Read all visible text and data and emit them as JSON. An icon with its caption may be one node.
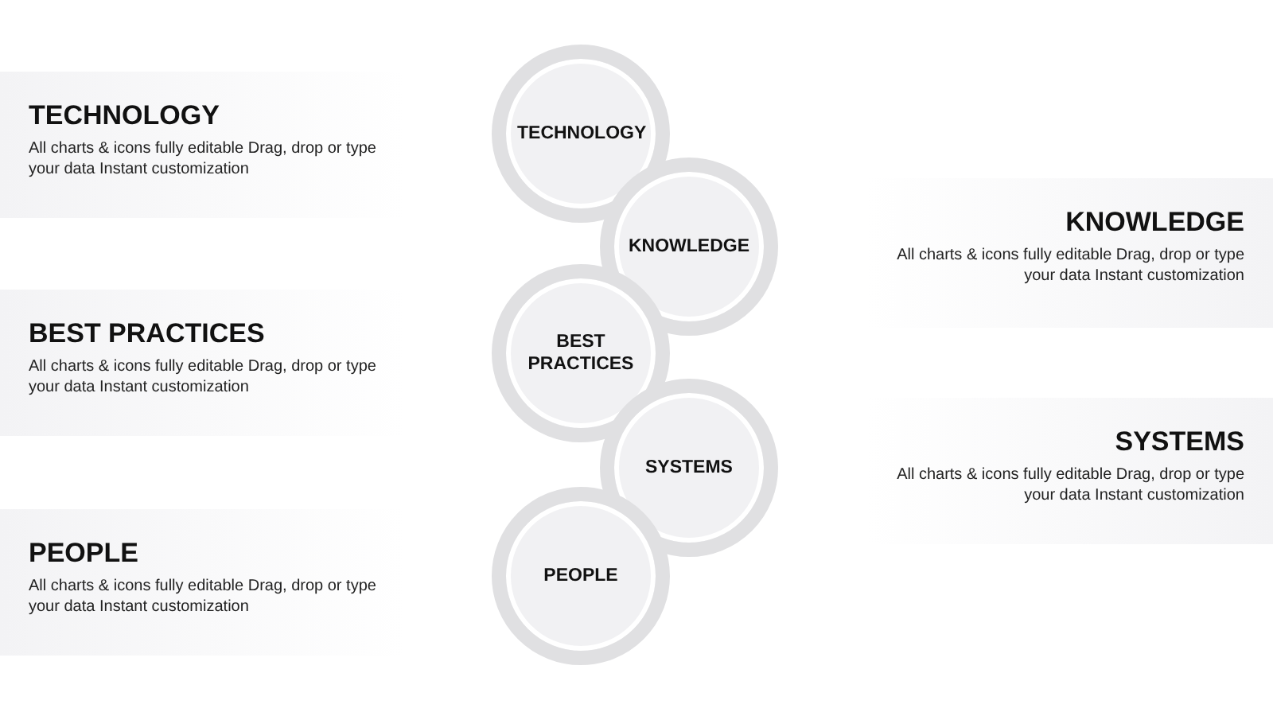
{
  "diagram": {
    "nodes": [
      {
        "text": [
          "TECHNOLOGY",
          "All charts & icons fully editable Drag, drop or type your data Instant customization"
        ]
      },
      {
        "text": [
          "BEST PRACTICES",
          "All charts & icons fully editable Drag, drop or type your data Instant customization"
        ]
      },
      {
        "text": [
          "PEOPLE",
          "All charts & icons fully editable Drag, drop or type your data Instant customization"
        ]
      },
      {
        "text": [
          "TECHNOLOGY"
        ]
      },
      {
        "text": [
          "KNOWLEDGE"
        ]
      },
      {
        "text": [
          "BEST PRACTICES"
        ]
      },
      {
        "text": [
          "SYSTEMS"
        ]
      },
      {
        "text": [
          "PEOPLE"
        ]
      },
      {
        "text": [
          "KNOWLEDGE",
          "All charts & icons fully editable Drag, drop or type your data Instant customization"
        ]
      },
      {
        "text": [
          "SYSTEMS",
          "All charts & icons fully editable Drag, drop or type your data Instant customization"
        ]
      }
    ]
  }
}
